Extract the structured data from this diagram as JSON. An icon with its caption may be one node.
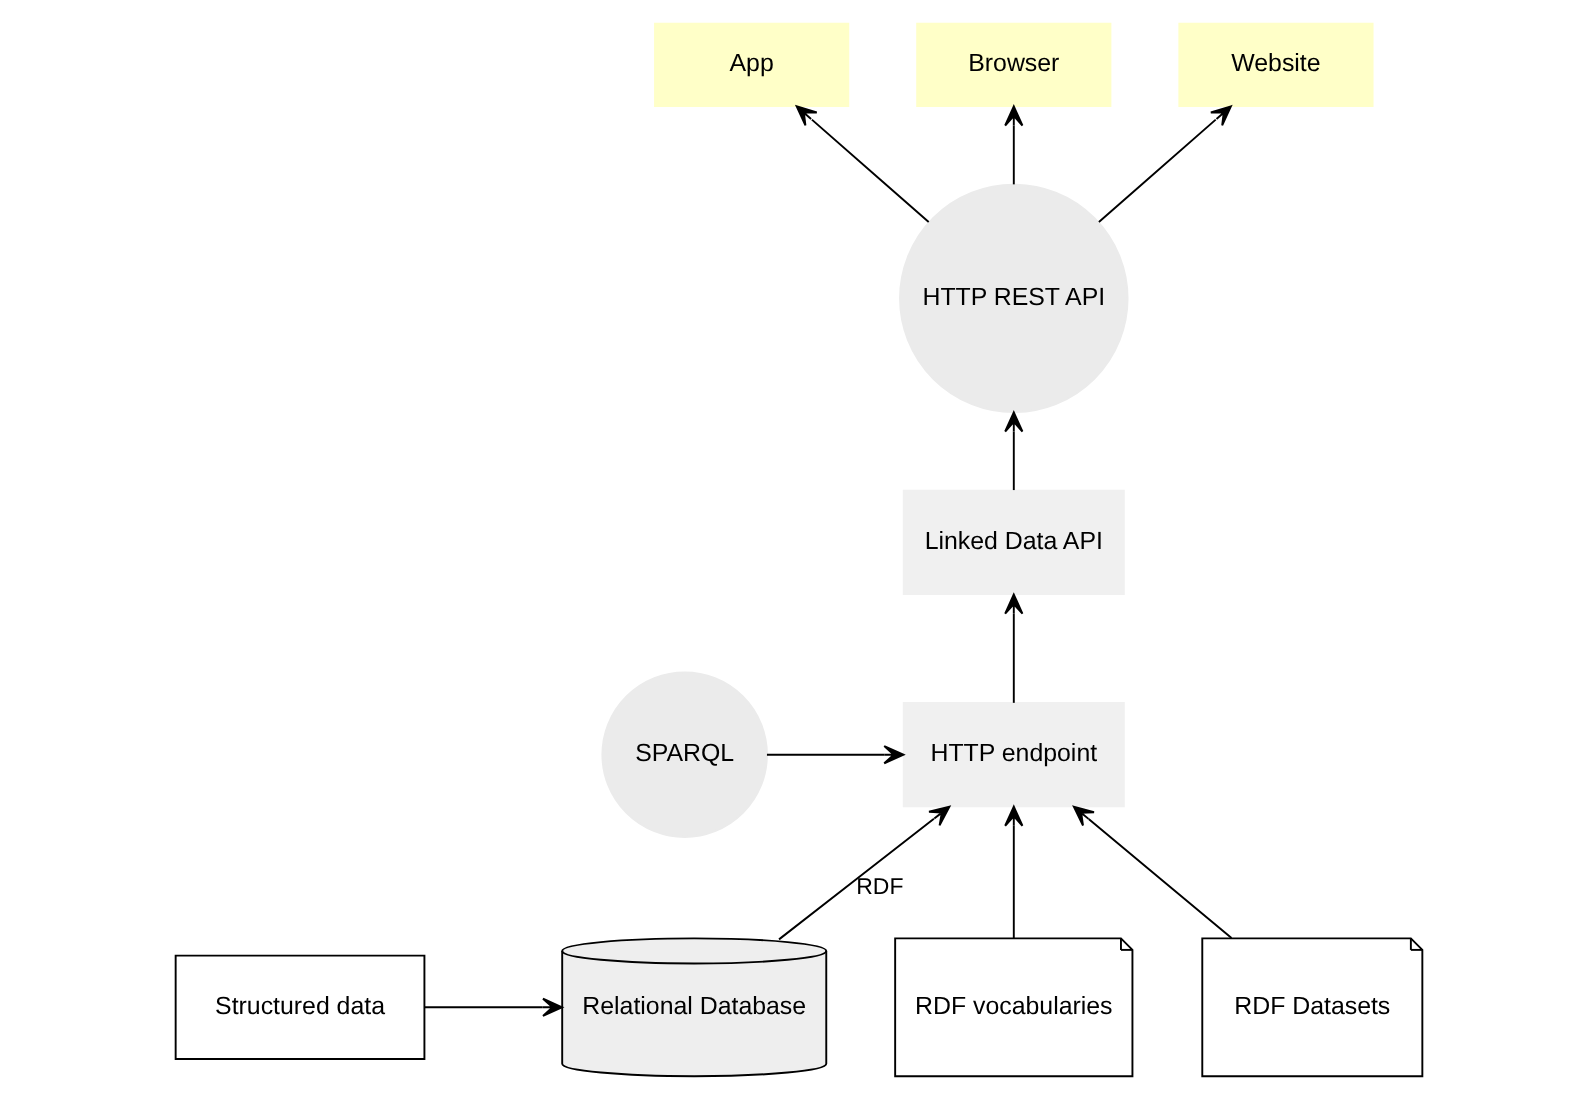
{
  "diagram": {
    "nodes": [
      {
        "text": [
          "App"
        ]
      },
      {
        "text": [
          "Browser"
        ]
      },
      {
        "text": [
          "Website"
        ]
      },
      {
        "text": [
          "HTTP REST API"
        ]
      },
      {
        "text": [
          "Linked Data API"
        ]
      },
      {
        "text": [
          "SPARQL"
        ]
      },
      {
        "text": [
          "HTTP endpoint"
        ]
      },
      {
        "text": [
          "Structured data"
        ]
      },
      {
        "text": [
          "Relational Database"
        ]
      },
      {
        "text": [
          "RDF vocabularies"
        ]
      },
      {
        "text": [
          "RDF Datasets"
        ]
      }
    ],
    "edges": [
      {
        "from": 3,
        "to": 0,
        "arrow": "to"
      },
      {
        "from": 3,
        "to": 1,
        "arrow": "to"
      },
      {
        "from": 3,
        "to": 2,
        "arrow": "to"
      },
      {
        "from": 4,
        "to": 3,
        "arrow": "to"
      },
      {
        "from": 6,
        "to": 4,
        "arrow": "to"
      },
      {
        "from": 5,
        "to": 6,
        "arrow": "to"
      },
      {
        "from": 8,
        "to": 6,
        "arrow": "to",
        "label": "RDF"
      },
      {
        "from": 9,
        "to": 6,
        "arrow": "to"
      },
      {
        "from": 10,
        "to": 6,
        "arrow": "to"
      },
      {
        "from": 7,
        "to": 8,
        "arrow": "to"
      }
    ]
  }
}
